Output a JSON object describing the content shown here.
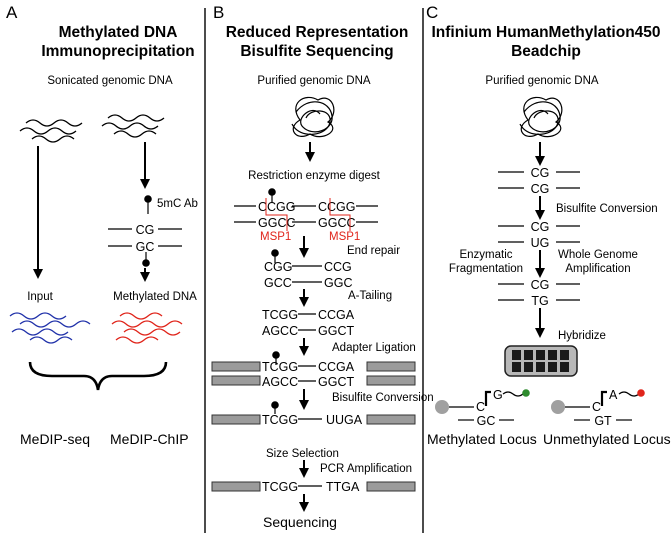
{
  "panels": [
    {
      "letter": "A",
      "title_line1": "Methylated DNA",
      "title_line2": "Immunoprecipitation",
      "step_sonicated": "Sonicated genomic DNA",
      "antibody": "5mC Ab",
      "strand_top": "CG",
      "strand_bottom": "GC",
      "input_label": "Input",
      "methylated_label": "Methylated DNA",
      "output_left": "MeDIP-seq",
      "output_right": "MeDIP-ChIP",
      "colors": {
        "input_waves": "#2233aa",
        "methylated_waves": "#e0251b"
      }
    },
    {
      "letter": "B",
      "title_line1": "Reduced Representation",
      "title_line2": "Bisulfite Sequencing",
      "step_purified": "Purified genomic DNA",
      "step_digest": "Restriction enzyme digest",
      "digest_top_left": "CCGG",
      "digest_bottom_left": "GGCC",
      "digest_top_right": "CCGG",
      "digest_bottom_right": "GGCC",
      "enzyme_left": "MSP1",
      "enzyme_right": "MSP1",
      "step_end_repair": "End repair",
      "er_top_left": "CGG",
      "er_bottom_left": "GCC",
      "er_top_right": "CCG",
      "er_bottom_right": "GGC",
      "step_atailing": "A-Tailing",
      "at_top_left": "TCGG",
      "at_bottom_left": "AGCC",
      "at_top_right": "CCGA",
      "at_bottom_right": "GGCT",
      "step_adapter": "Adapter Ligation",
      "ad_top_left": "TCGG",
      "ad_bottom_left": "AGCC",
      "ad_top_right": "CCGA",
      "ad_bottom_right": "GGCT",
      "step_bisulfite": "Bisulfite Conversion",
      "bs_left": "TCGG",
      "bs_right": "UUGA",
      "step_size": "Size Selection",
      "step_pcr": "PCR Amplification",
      "pcr_left": "TCGG",
      "pcr_right": "TTGA",
      "step_sequencing": "Sequencing",
      "colors": {
        "enzyme": "#e0251b",
        "adapter": "#9b9b9b"
      }
    },
    {
      "letter": "C",
      "title_line1": "Infinium HumanMethylation450",
      "title_line2": "Beadchip",
      "step_purified": "Purified genomic DNA",
      "s1_top": "CG",
      "s1_bottom": "CG",
      "step_bisulfite": "Bisulfite Conversion",
      "s2_top": "CG",
      "s2_bottom": "UG",
      "step_enzymatic_1": "Enzymatic",
      "step_enzymatic_2": "Fragmentation",
      "step_wga_1": "Whole Genome",
      "step_wga_2": "Amplification",
      "s3_top": "CG",
      "s3_bottom": "TG",
      "step_hybridize": "Hybridize",
      "probe_m_c": "C",
      "probe_m_ext": "G",
      "probe_m_target": "GC",
      "probe_u_c": "C",
      "probe_u_ext": "A",
      "probe_u_target": "GT",
      "label_methylated": "Methylated Locus",
      "label_unmethylated": "Unmethylated Locus",
      "colors": {
        "methylated_dot": "#2e8b2e",
        "unmethylated_dot": "#e0251b",
        "bead": "#a0a0a0"
      }
    }
  ]
}
